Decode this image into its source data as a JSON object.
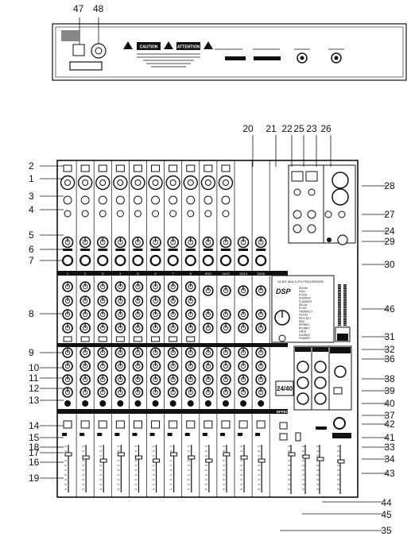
{
  "rear_panel": {
    "caution_label": "CAUTION",
    "attention_label": "ATTENTION",
    "callouts": [
      "47",
      "48"
    ]
  },
  "front_panel": {
    "dsp_logo": "DSP",
    "dsp_header": "24-BIT MULTI-FX PROCESSOR",
    "fx_badge": "24/40",
    "effect_label": "EFFECT",
    "channel_numbers": [
      "1",
      "2",
      "3",
      "4",
      "5",
      "6",
      "7",
      "8",
      "9/10",
      "11/12",
      "13/14",
      "15/16"
    ],
    "effects_list": [
      "ROOM",
      "HALL",
      "PLATE",
      "CHORUS",
      "FLANGER",
      "DELAY",
      "ECHO",
      "TREMOLO",
      "VOCAL",
      "REV+DLY",
      "PAN",
      "SPRING",
      "ROTARY",
      "GATE",
      "DOUBLE",
      "PHASER"
    ]
  },
  "callouts_left": [
    "2",
    "1",
    "3",
    "4",
    "5",
    "6",
    "7",
    "8",
    "9",
    "10",
    "11",
    "12",
    "13",
    "14",
    "15",
    "18",
    "17",
    "16",
    "19"
  ],
  "callouts_top": [
    "20",
    "21",
    "22",
    "25",
    "23",
    "26"
  ],
  "callouts_right": [
    "28",
    "27",
    "24",
    "29",
    "30",
    "46",
    "31",
    "32",
    "36",
    "38",
    "39",
    "40",
    "37",
    "42",
    "41",
    "33",
    "34",
    "43"
  ],
  "callouts_bottom": [
    "44",
    "45",
    "35"
  ]
}
